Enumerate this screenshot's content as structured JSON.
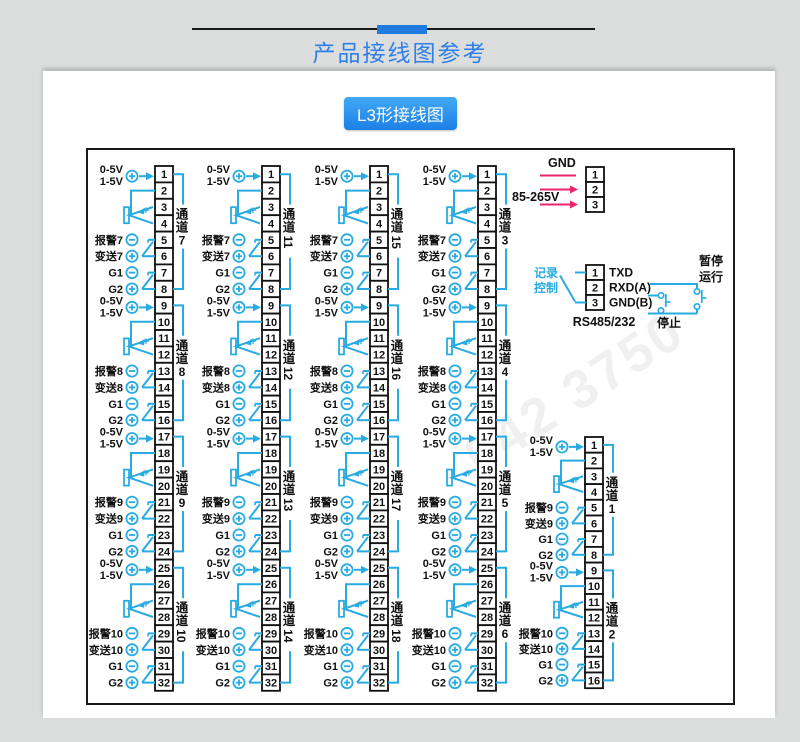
{
  "header": {
    "title": "产品接线图参考"
  },
  "button": {
    "label": "L3形接线图"
  },
  "watermark": {
    "text": "042 3750"
  },
  "colors": {
    "accent_blue": "#29abe2",
    "title_blue": "#2e7fe8",
    "power_pink": "#e9266d",
    "ink": "#111111"
  },
  "diagram": {
    "shared_labels": {
      "range_top": "0-5V",
      "range_bottom": "1-5V",
      "g1": "G1",
      "g2": "G2",
      "sensor_plus": "+",
      "channel_prefix": "通道"
    },
    "columns": [
      {
        "terminals": 32,
        "groups": [
          {
            "alarm": "报警7",
            "transmit": "变送7",
            "channel_num": "7"
          },
          {
            "alarm": "报警8",
            "transmit": "变送8",
            "channel_num": "8"
          },
          {
            "alarm": "报警9",
            "transmit": "变送9",
            "channel_num": "9"
          },
          {
            "alarm": "报警10",
            "transmit": "变送10",
            "channel_num": "10"
          }
        ]
      },
      {
        "terminals": 32,
        "groups": [
          {
            "alarm": "报警7",
            "transmit": "变送7",
            "channel_num": "11"
          },
          {
            "alarm": "报警8",
            "transmit": "变送8",
            "channel_num": "12"
          },
          {
            "alarm": "报警9",
            "transmit": "变送9",
            "channel_num": "13"
          },
          {
            "alarm": "报警10",
            "transmit": "变送10",
            "channel_num": "14"
          }
        ]
      },
      {
        "terminals": 32,
        "groups": [
          {
            "alarm": "报警7",
            "transmit": "变送7",
            "channel_num": "15"
          },
          {
            "alarm": "报警8",
            "transmit": "变送8",
            "channel_num": "16"
          },
          {
            "alarm": "报警9",
            "transmit": "变送9",
            "channel_num": "17"
          },
          {
            "alarm": "报警10",
            "transmit": "变送10",
            "channel_num": "18"
          }
        ]
      },
      {
        "terminals": 32,
        "groups": [
          {
            "alarm": "报警7",
            "transmit": "变送7",
            "channel_num": "3"
          },
          {
            "alarm": "报警8",
            "transmit": "变送8",
            "channel_num": "4"
          },
          {
            "alarm": "报警9",
            "transmit": "变送9",
            "channel_num": "5"
          },
          {
            "alarm": "报警10",
            "transmit": "变送10",
            "channel_num": "6"
          }
        ]
      },
      {
        "terminals": 16,
        "groups": [
          {
            "alarm": "报警9",
            "transmit": "变送9",
            "channel_num": "1"
          },
          {
            "alarm": "报警10",
            "transmit": "变送10",
            "channel_num": "2"
          }
        ]
      }
    ],
    "power": {
      "gnd_label": "GND",
      "voltage_label": "85-265V",
      "terminals": [
        "1",
        "2",
        "3"
      ]
    },
    "comm": {
      "control_label_line1": "记录",
      "control_label_line2": "控制",
      "terminals": [
        {
          "num": "1",
          "signal": "TXD"
        },
        {
          "num": "2",
          "signal": "RXD(A)"
        },
        {
          "num": "3",
          "signal": "GND(B)"
        }
      ],
      "bus_label": "RS485/232"
    },
    "control_buttons": {
      "pause": "暂停",
      "run": "运行",
      "stop": "停止"
    }
  }
}
